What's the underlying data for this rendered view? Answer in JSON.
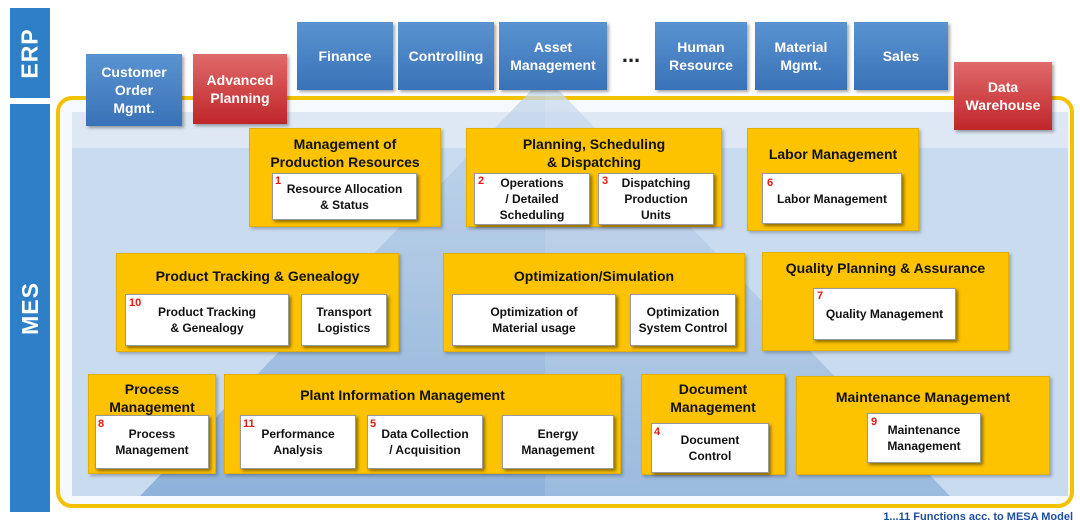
{
  "side_labels": {
    "erp": "ERP",
    "mes": "MES"
  },
  "erp": {
    "customer_order": "Customer\nOrder\nMgmt.",
    "advanced_planning": "Advanced\nPlanning",
    "finance": "Finance",
    "controlling": "Controlling",
    "asset_management": "Asset\nManagement",
    "ellipsis": "...",
    "human_resource": "Human\nResource",
    "material_mgmt": "Material\nMgmt.",
    "sales": "Sales",
    "data_warehouse": "Data\nWarehouse"
  },
  "categories": {
    "production_resources": {
      "title": "Management of\nProduction Resources",
      "functions": [
        {
          "num": "1",
          "label": "Resource Allocation\n& Status"
        }
      ]
    },
    "planning": {
      "title": "Planning, Scheduling\n& Dispatching",
      "functions": [
        {
          "num": "2",
          "label": "Operations\n/ Detailed\nScheduling"
        },
        {
          "num": "3",
          "label": "Dispatching\nProduction\nUnits"
        }
      ]
    },
    "labor": {
      "title": "Labor Management",
      "functions": [
        {
          "num": "6",
          "label": "Labor Management"
        }
      ]
    },
    "product_tracking": {
      "title": "Product Tracking & Genealogy",
      "functions": [
        {
          "num": "10",
          "label": "Product Tracking\n& Genealogy"
        },
        {
          "num": "",
          "label": "Transport\nLogistics"
        }
      ]
    },
    "optimization": {
      "title": "Optimization/Simulation",
      "functions": [
        {
          "num": "",
          "label": "Optimization of\nMaterial usage"
        },
        {
          "num": "",
          "label": "Optimization\nSystem Control"
        }
      ]
    },
    "quality": {
      "title": "Quality Planning & Assurance",
      "functions": [
        {
          "num": "7",
          "label": "Quality Management"
        }
      ]
    },
    "process": {
      "title": "Process\nManagement",
      "functions": [
        {
          "num": "8",
          "label": "Process\nManagement"
        }
      ]
    },
    "plant_info": {
      "title": "Plant Information Management",
      "functions": [
        {
          "num": "11",
          "label": "Performance\nAnalysis"
        },
        {
          "num": "5",
          "label": "Data Collection\n/ Acquisition"
        },
        {
          "num": "",
          "label": "Energy\nManagement"
        }
      ]
    },
    "document": {
      "title": "Document\nManagement",
      "functions": [
        {
          "num": "4",
          "label": "Document\nControl"
        }
      ]
    },
    "maintenance": {
      "title": "Maintenance Management",
      "functions": [
        {
          "num": "9",
          "label": "Maintenance\nManagement"
        }
      ]
    }
  },
  "footnote": "1...11 Functions acc. to MESA Model",
  "colors": {
    "erp_blue": "#3a72b8",
    "erp_red": "#c0262a",
    "category_yellow": "#fdc300",
    "frame_yellow": "#f2c200",
    "number_red": "#e8190f",
    "side_blue": "#2f7fc7"
  }
}
